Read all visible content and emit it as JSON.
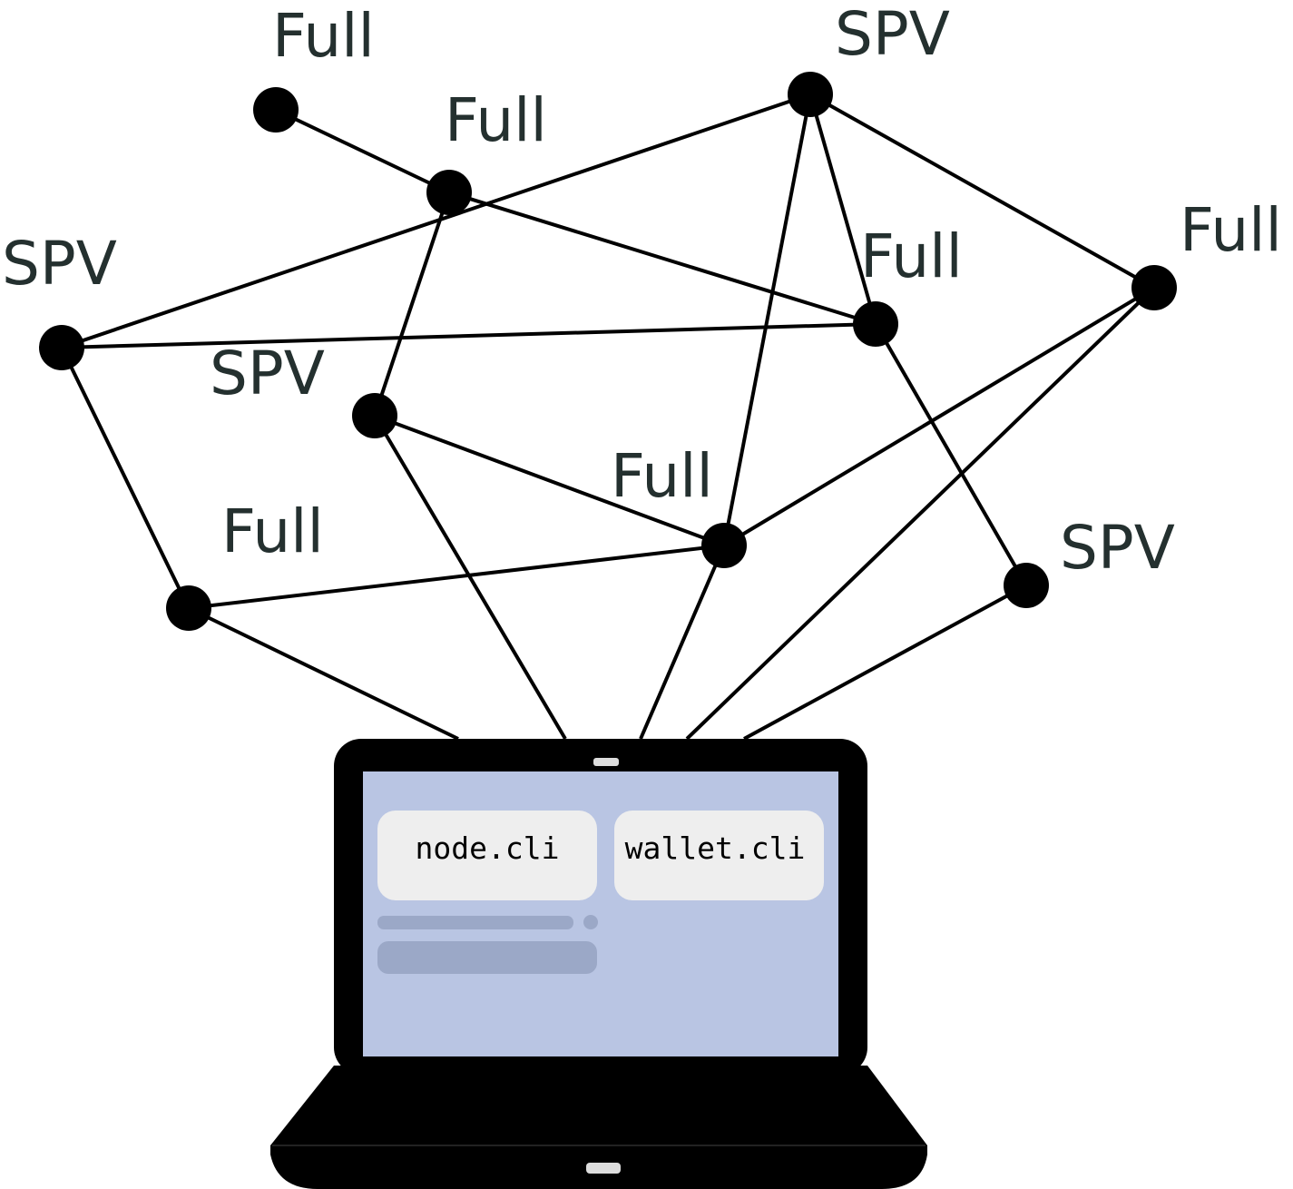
{
  "network": {
    "nodes": [
      {
        "id": "n1",
        "type": "Full"
      },
      {
        "id": "n2",
        "type": "Full"
      },
      {
        "id": "n3",
        "type": "SPV"
      },
      {
        "id": "n4",
        "type": "SPV"
      },
      {
        "id": "n5",
        "type": "Full"
      },
      {
        "id": "n6",
        "type": "Full"
      },
      {
        "id": "n7",
        "type": "SPV"
      },
      {
        "id": "n8",
        "type": "Full"
      },
      {
        "id": "n9",
        "type": "Full"
      },
      {
        "id": "n10",
        "type": "SPV"
      }
    ],
    "edges": [
      [
        "n1",
        "n2"
      ],
      [
        "n2",
        "n5"
      ],
      [
        "n2",
        "n7"
      ],
      [
        "n4",
        "n3"
      ],
      [
        "n4",
        "n5"
      ],
      [
        "n4",
        "n9"
      ],
      [
        "n3",
        "n6"
      ],
      [
        "n3",
        "n5"
      ],
      [
        "n3",
        "n8"
      ],
      [
        "n5",
        "n10"
      ],
      [
        "n7",
        "n8"
      ],
      [
        "n6",
        "n8"
      ],
      [
        "n8",
        "n9"
      ],
      [
        "n7",
        "laptop"
      ],
      [
        "n9",
        "laptop"
      ],
      [
        "n8",
        "laptop"
      ],
      [
        "n6",
        "laptop"
      ],
      [
        "n10",
        "laptop"
      ]
    ]
  },
  "laptop": {
    "apps": [
      {
        "label": "node.cli"
      },
      {
        "label": "wallet.cli"
      }
    ],
    "screen_color": "#b9c5e3",
    "tile_color": "#eeeeee",
    "bar_color": "#9ba8c7"
  }
}
